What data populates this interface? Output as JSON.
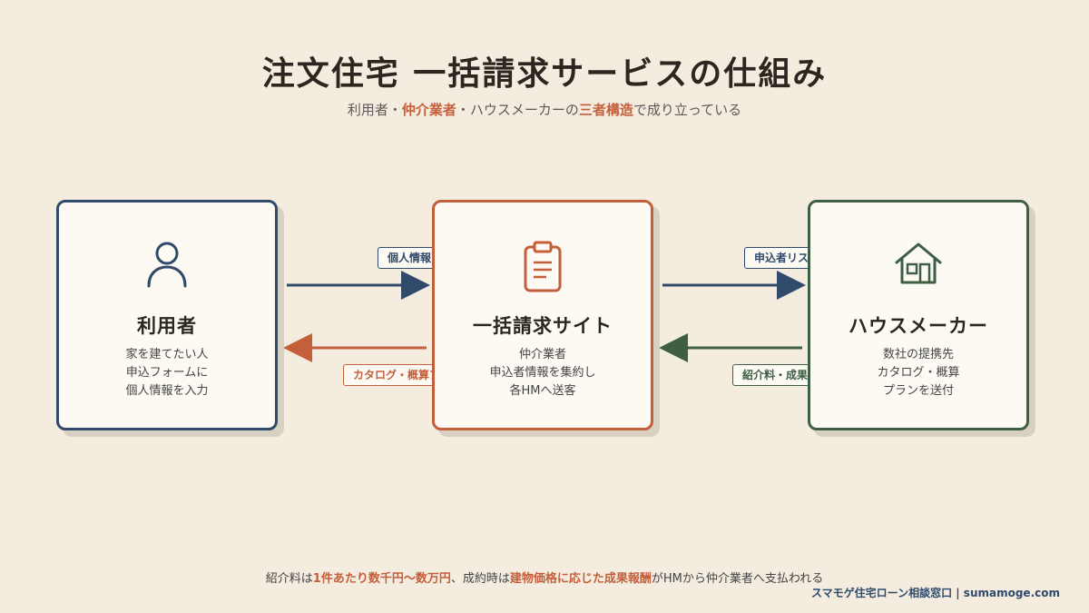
{
  "title": "注文住宅 一括請求サービスの仕組み",
  "subtitle": {
    "p1": "利用者・",
    "h1": "仲介業者",
    "p2": "・ハウスメーカーの",
    "h2": "三者構造",
    "p3": "で成り立っている"
  },
  "nodes": {
    "user": {
      "icon": "person-icon",
      "name": "利用者",
      "desc": [
        "家を建てたい人",
        "申込フォームに",
        "個人情報を入力"
      ]
    },
    "site": {
      "icon": "clipboard-icon",
      "name": "一括請求サイト",
      "desc": [
        "仲介業者",
        "申込者情報を集約し",
        "各HMへ送客"
      ]
    },
    "hm": {
      "icon": "house-icon",
      "name": "ハウスメーカー",
      "desc": [
        "数社の提携先",
        "カタログ・概算",
        "プランを送付"
      ]
    }
  },
  "edges": {
    "user_to_site": "個人情報",
    "site_to_user": "カタログ・概算プラン",
    "site_to_hm": "申込者リスト",
    "hm_to_site": "紹介料・成果報酬"
  },
  "footnote": {
    "p1": "紹介料は",
    "h1": "1件あたり数千円〜数万円",
    "p2": "、成約時は",
    "h2": "建物価格に応じた成果報酬",
    "p3": "がHMから仲介業者へ支払われる"
  },
  "credit": "スマモゲ住宅ローン相談窓口 | sumamoge.com",
  "colors": {
    "background": "#f4ecdf",
    "navy": "#2f4a6b",
    "orange": "#c45f3c",
    "green": "#3f5f45"
  }
}
